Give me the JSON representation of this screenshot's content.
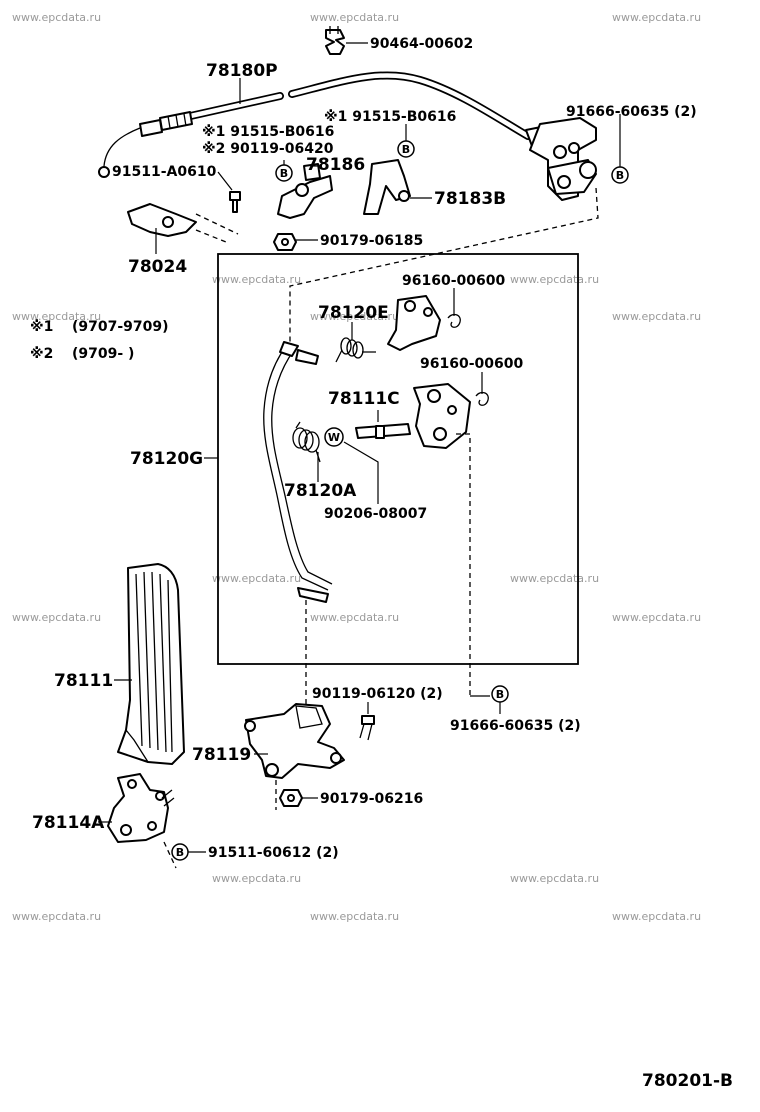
{
  "watermark": "www.epcdata.ru",
  "diagram_code": "780201-B",
  "notes": [
    {
      "mark": "※1",
      "range": "(9707-9709)"
    },
    {
      "mark": "※2",
      "range": "(9709-        )"
    }
  ],
  "circle_marks": {
    "b": "B",
    "w": "W"
  },
  "parts": {
    "clip_top": "90464-00602",
    "cable": "78180P",
    "bolt_cable_end": "91666-60635 (2)",
    "note1_bolt": "※1 91515-B0616",
    "note1_bolt_right": "※1 91515-B0616",
    "note2_bolt": "※2 90119-06420",
    "bracket_78186": "78186",
    "bracket_78183B": "78183B",
    "bolt_91511": "91511-A0610",
    "nut_90179_a": "90179-06185",
    "clamp_78024": "78024",
    "bushing_1": "96160-00600",
    "spring_78120E": "78120E",
    "bushing_2": "96160-00600",
    "shaft_78111C": "78111C",
    "pedal_lever": "78120G",
    "spring_78120A": "78120A",
    "washer_90206": "90206-08007",
    "pedal_pad": "78111",
    "bolt_90119": "90119-06120 (2)",
    "bolt_lower": "91666-60635 (2)",
    "bracket_78119": "78119",
    "nut_90179_b": "90179-06216",
    "hinge_78114A": "78114A",
    "bolt_91511_lower": "91511-60612 (2)"
  }
}
